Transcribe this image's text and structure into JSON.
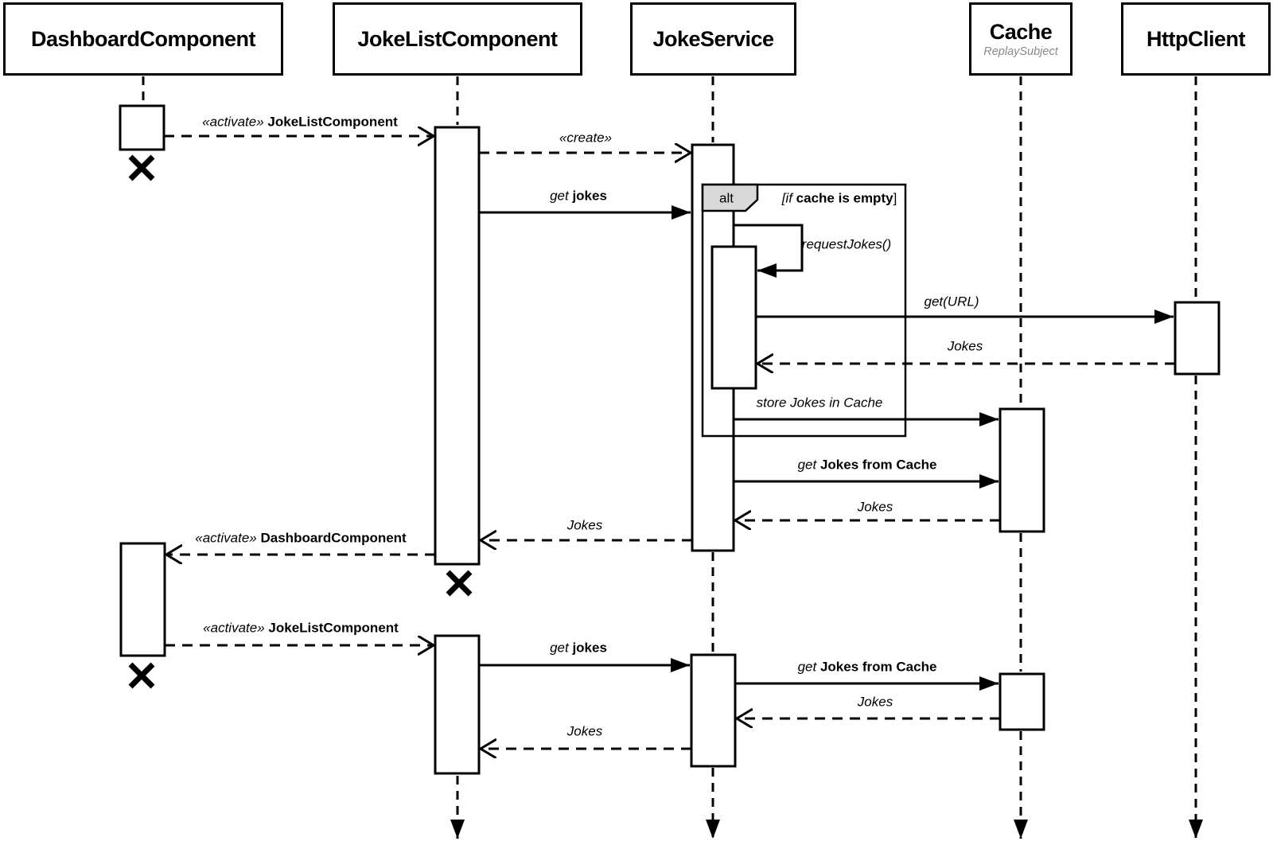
{
  "diagram": {
    "type": "uml-sequence-diagram",
    "colors": {
      "line": "#000000",
      "background": "#ffffff",
      "fragment_label_fill": "#d9d9d9",
      "stereotype_text": "#8a8a8a"
    }
  },
  "actors": {
    "dashboard": {
      "name": "DashboardComponent",
      "stereotype": ""
    },
    "jokelist": {
      "name": "JokeListComponent",
      "stereotype": ""
    },
    "jokeservice": {
      "name": "JokeService",
      "stereotype": ""
    },
    "cache": {
      "name": "Cache",
      "stereotype": "ReplaySubject"
    },
    "httpclient": {
      "name": "HttpClient",
      "stereotype": ""
    }
  },
  "fragment": {
    "operator": "alt",
    "guard_prefix": "[if",
    "guard_condition": "cache is empty",
    "guard_suffix": "]"
  },
  "messages": {
    "activate_jokelist_1": {
      "italic": "«activate»",
      "bold": "JokeListComponent"
    },
    "create": {
      "italic": "«create»",
      "bold": ""
    },
    "get_jokes_1": {
      "italic": "get",
      "bold": "jokes"
    },
    "request_jokes": {
      "italic": "requestJokes()",
      "bold": ""
    },
    "get_url": {
      "italic": "get(URL)",
      "bold": ""
    },
    "jokes_http": {
      "italic": "Jokes",
      "bold": ""
    },
    "store_jokes": {
      "italic": "store Jokes in Cache",
      "bold": ""
    },
    "get_jokes_cache_1": {
      "italic": "get",
      "bold": "Jokes from Cache"
    },
    "jokes_cache_1": {
      "italic": "Jokes",
      "bold": ""
    },
    "jokes_to_list_1": {
      "italic": "Jokes",
      "bold": ""
    },
    "activate_dashboard": {
      "italic": "«activate»",
      "bold": "DashboardComponent"
    },
    "activate_jokelist_2": {
      "italic": "«activate»",
      "bold": "JokeListComponent"
    },
    "get_jokes_2": {
      "italic": "get",
      "bold": "jokes"
    },
    "get_jokes_cache_2": {
      "italic": "get",
      "bold": "Jokes from Cache"
    },
    "jokes_cache_2": {
      "italic": "Jokes",
      "bold": ""
    },
    "jokes_to_list_2": {
      "italic": "Jokes",
      "bold": ""
    }
  }
}
